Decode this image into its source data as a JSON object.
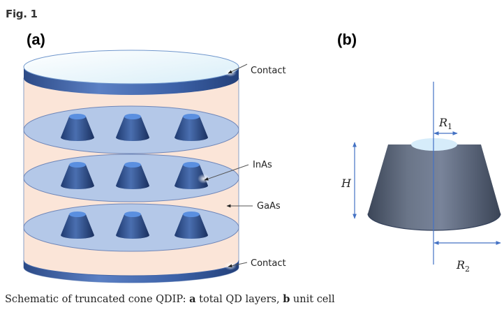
{
  "figure": {
    "label": "Fig. 1",
    "panel_a_label": "(a)",
    "panel_b_label": "(b)"
  },
  "panel_a": {
    "annotations": {
      "top_contact": "Contact",
      "inas": "InAs",
      "gaas": "GaAs",
      "bottom_contact": "Contact"
    },
    "qd_layers": 3,
    "dots_per_layer": 3
  },
  "panel_b": {
    "dimension_labels": {
      "height": "H",
      "top_radius": "R",
      "top_radius_sub": "1",
      "bottom_radius": "R",
      "bottom_radius_sub": "2"
    }
  },
  "caption": {
    "prefix": "Schematic of truncated cone QDIP: ",
    "a_key": "a",
    "a_text": " total QD layers, ",
    "b_key": "b",
    "b_text": " unit cell"
  },
  "colors": {
    "contact_blue": "#3f64a8",
    "contact_top": "#eaf6fc",
    "gaas_fill": "#fbe5d8",
    "layer_fill": "#b4c8e8",
    "dot_blue": "#2f4f8f",
    "cone_gray": "#5f6b7e",
    "axis_blue": "#4472c4"
  }
}
